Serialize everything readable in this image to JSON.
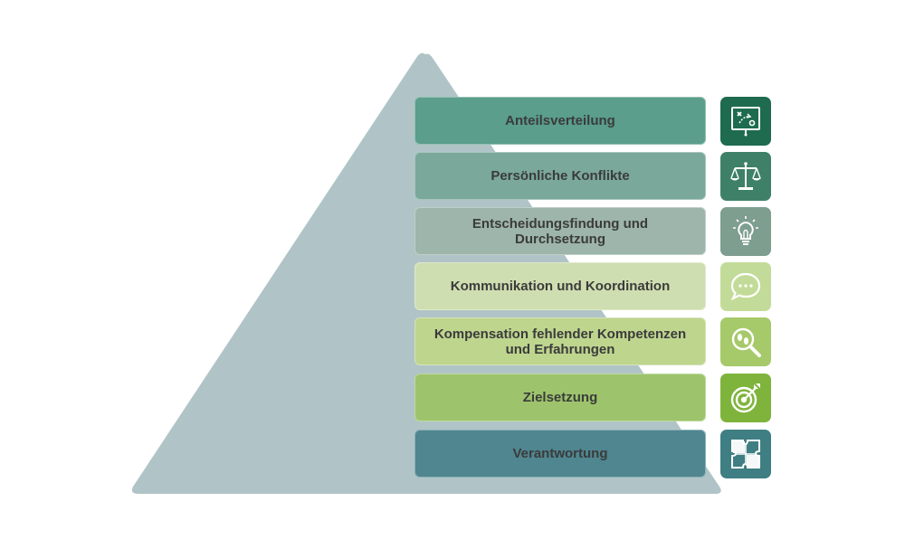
{
  "diagram": {
    "layers": [
      {
        "label": "Anteilsverteilung",
        "icon": "strategy-board-icon",
        "color": "#5a9e8b",
        "icon_color": "#1e6b4f"
      },
      {
        "label": "Persönliche Konflikte",
        "icon": "scales-icon",
        "color": "#7aa89a",
        "icon_color": "#3f8068"
      },
      {
        "label": "Entscheidungsfindung und Durchsetzung",
        "icon": "lightbulb-icon",
        "color": "#9db5aa",
        "icon_color": "#7e9e8f"
      },
      {
        "label": "Kommunikation und Koordination",
        "icon": "speech-bubble-icon",
        "color": "#cfdeb0",
        "icon_color": "#c3db98"
      },
      {
        "label": "Kompensation fehlender Kompetenzen und Erfahrungen",
        "icon": "magnifier-icon",
        "color": "#bed58e",
        "icon_color": "#a6c96a"
      },
      {
        "label": "Zielsetzung",
        "icon": "target-icon",
        "color": "#9dc46c",
        "icon_color": "#7fb43c"
      },
      {
        "label": "Verantwortung",
        "icon": "puzzle-icon",
        "color": "#4f8690",
        "icon_color": "#3f7e83"
      }
    ],
    "pyramid_color": "#b0c4c7"
  }
}
